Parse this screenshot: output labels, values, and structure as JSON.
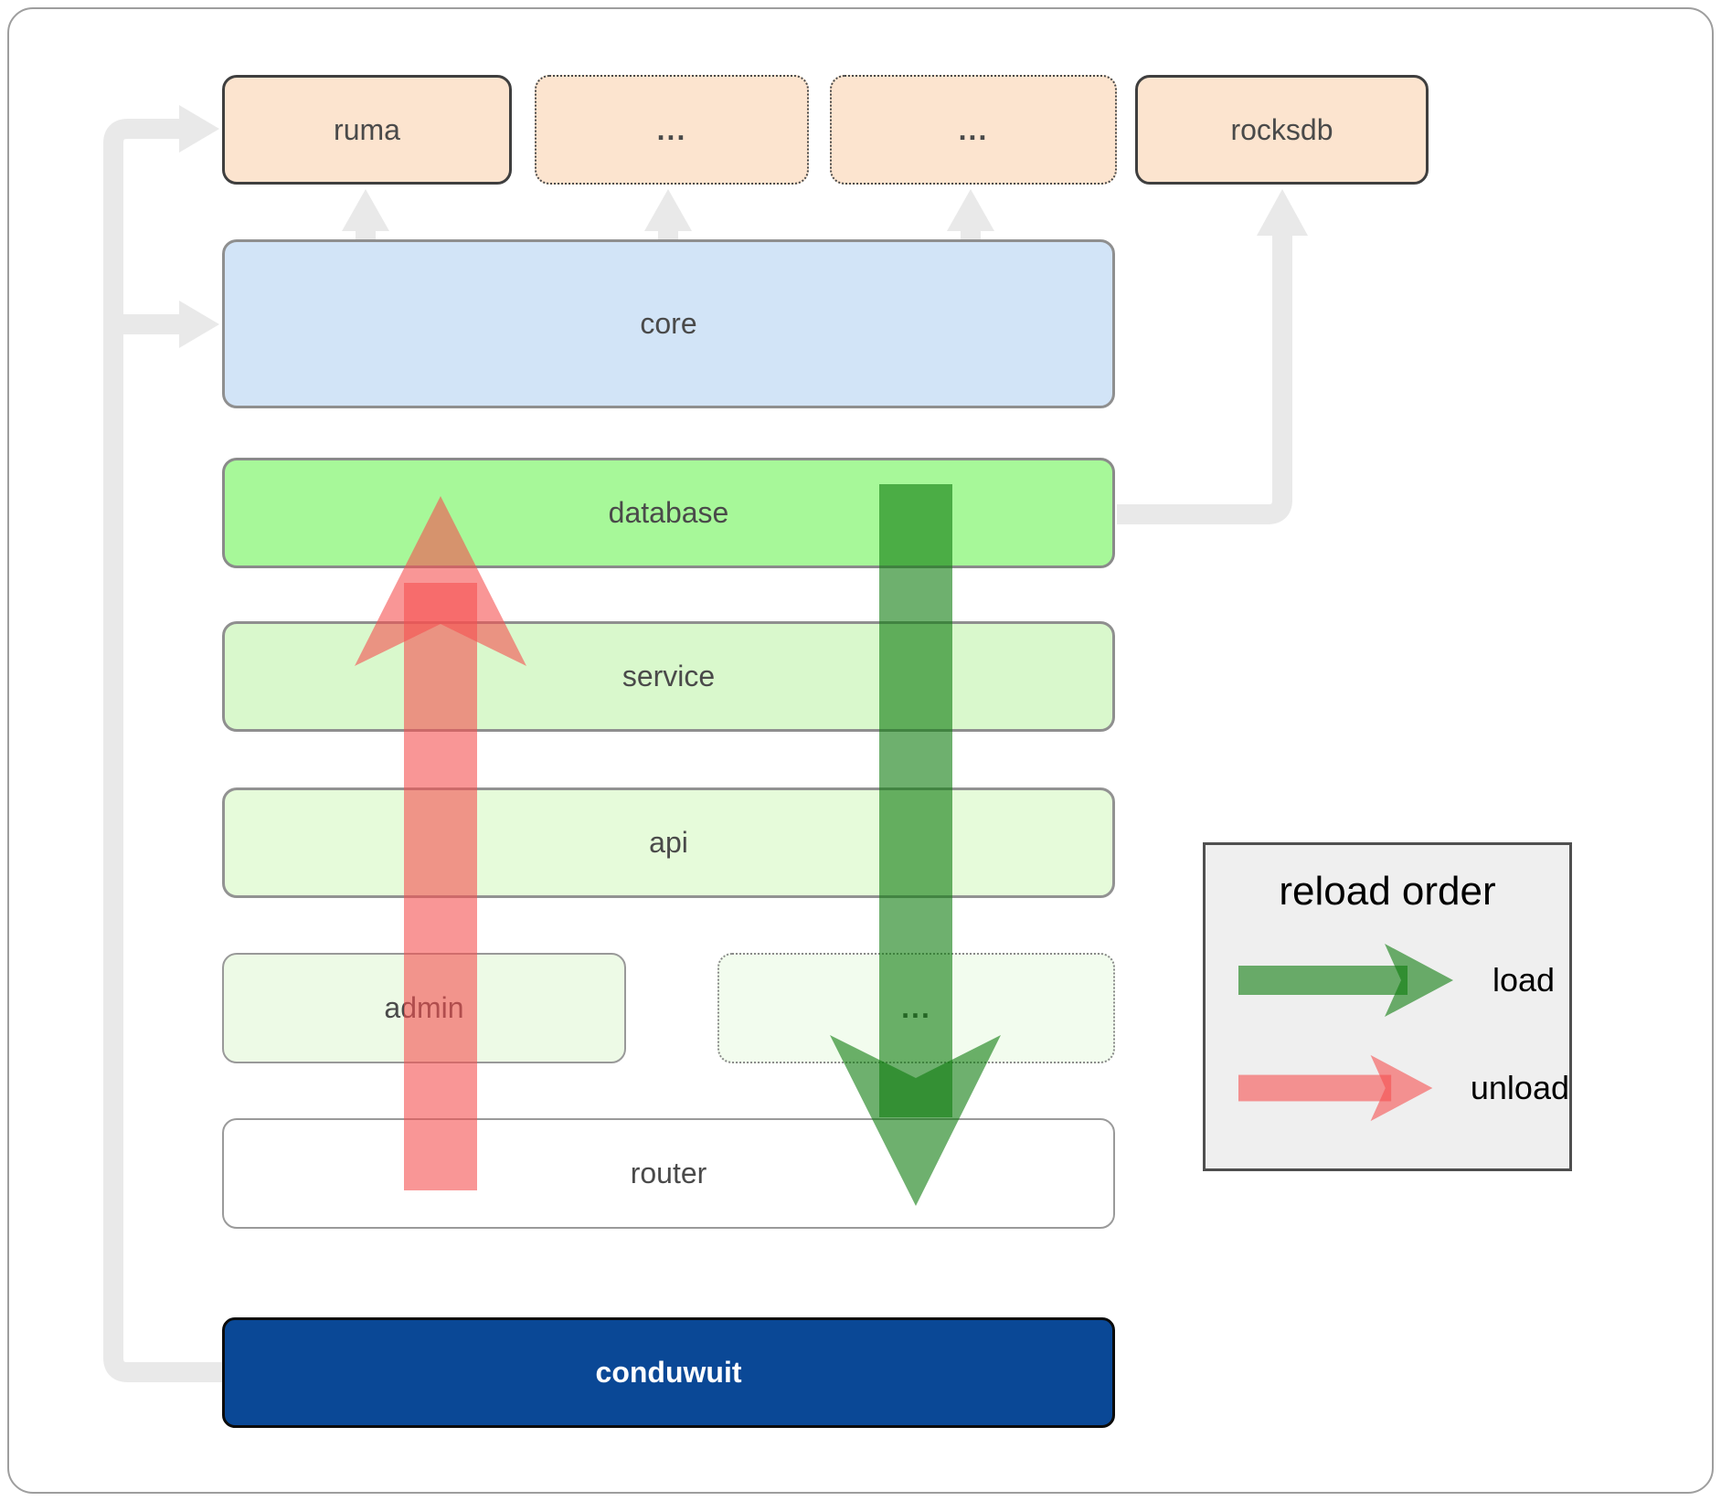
{
  "boxes": {
    "ruma": {
      "label": "ruma"
    },
    "external_top_1": {
      "label": "..."
    },
    "external_top_2": {
      "label": "..."
    },
    "rocksdb": {
      "label": "rocksdb"
    },
    "core": {
      "label": "core"
    },
    "database": {
      "label": "database"
    },
    "service": {
      "label": "service"
    },
    "api": {
      "label": "api"
    },
    "admin": {
      "label": "admin"
    },
    "external_admin": {
      "label": "..."
    },
    "router": {
      "label": "router"
    },
    "conduwuit": {
      "label": "conduwuit"
    }
  },
  "legend": {
    "title": "reload order",
    "items": [
      {
        "id": "load",
        "label": "load"
      },
      {
        "id": "unload",
        "label": "unload"
      }
    ]
  },
  "colors": {
    "load_green": "#0d7b0d",
    "unload_red": "#f55050",
    "conduwuit_blue": "#0a4896",
    "database_green": "#a7f899",
    "core_blue": "#d2e4f7",
    "peach": "#fce4cf",
    "connector_gray": "#e9e9e9"
  }
}
